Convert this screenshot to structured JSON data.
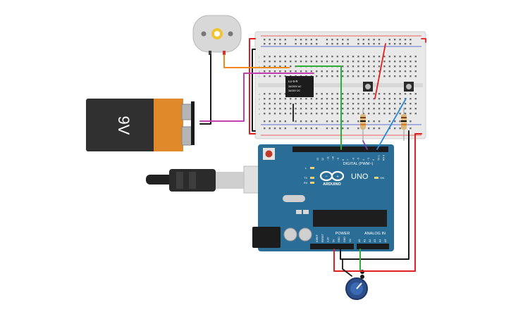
{
  "battery": {
    "label": "9V"
  },
  "relay": {
    "line1": "LU-5-R",
    "line2": "3A/250V AC",
    "line3": "3A/30V DC"
  },
  "arduino": {
    "brand": "ARDUINO",
    "model": "UNO",
    "digital_label": "DIGITAL (PWM~)",
    "power_label": "POWER",
    "analog_label": "ANALOG IN",
    "tx_label": "TX",
    "rx_label": "RX",
    "l_label": "L",
    "on_label": "ON",
    "aref": "AREF",
    "gnd": "GND",
    "digital_pins": [
      "13",
      "12",
      "~11",
      "~10",
      "~9",
      "8",
      "7",
      "~6",
      "~5",
      "4",
      "~3",
      "2",
      "TX 1",
      "RX 0"
    ],
    "power_pins": [
      "IOREF",
      "RESET",
      "3.3V",
      "5V",
      "GND",
      "GND",
      "Vin"
    ],
    "analog_pins": [
      "A0",
      "A1",
      "A2",
      "A3",
      "A4",
      "A5"
    ]
  },
  "breadboard": {
    "row_letters_top": [
      "j",
      "i",
      "h",
      "g",
      "f"
    ],
    "row_letters_bottom": [
      "e",
      "d",
      "c",
      "b",
      "a"
    ]
  },
  "colors": {
    "wire_red": "#e02020",
    "wire_black": "#1a1a1a",
    "wire_orange": "#f08a1c",
    "wire_purple": "#c040b0",
    "wire_green": "#2fae3a",
    "wire_blue": "#2a8ad8",
    "wire_violet": "#7a3fb5",
    "arduino_body": "#2a6d96",
    "battery_orange": "#e0892a"
  }
}
